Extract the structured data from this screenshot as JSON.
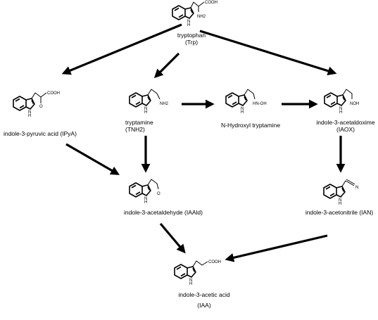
{
  "diagram": {
    "compounds": {
      "trp": {
        "name": "tryptophan",
        "abbr": "(Trp)",
        "groups": [
          "COOH",
          "NH2"
        ]
      },
      "ipya": {
        "name": "indole-3-pyruvic acid (IPyA)",
        "groups": [
          "COOH",
          "O"
        ]
      },
      "tnh2": {
        "name": "tryptamine",
        "abbr": "(TNH2)",
        "groups": [
          "NH2"
        ]
      },
      "nht": {
        "name": "N-Hydroxyl tryptamine",
        "groups": [
          "HN-OH"
        ]
      },
      "iaox": {
        "name": "indole-3-acetaldoxime",
        "abbr": "(IAOX)",
        "groups": [
          "NOH"
        ]
      },
      "iaald": {
        "name": "indole-3-acetaldehyde (IAAld)",
        "groups": [
          "O"
        ]
      },
      "ian": {
        "name": "indole-3-acetonitrile (IAN)",
        "groups": [
          "N"
        ]
      },
      "iaa": {
        "name": "indole-3-acetic acid",
        "abbr": "(IAA)",
        "groups": [
          "COOH"
        ]
      }
    },
    "ring_atom": "N",
    "ring_h": "H",
    "arrow_color": "#000000",
    "edges": [
      [
        "trp",
        "ipya"
      ],
      [
        "trp",
        "tnh2"
      ],
      [
        "trp",
        "iaox"
      ],
      [
        "tnh2",
        "nht"
      ],
      [
        "nht",
        "iaox"
      ],
      [
        "tnh2",
        "iaald"
      ],
      [
        "ipya",
        "iaald"
      ],
      [
        "iaox",
        "ian"
      ],
      [
        "iaald",
        "iaa"
      ],
      [
        "ian",
        "iaa"
      ]
    ]
  }
}
